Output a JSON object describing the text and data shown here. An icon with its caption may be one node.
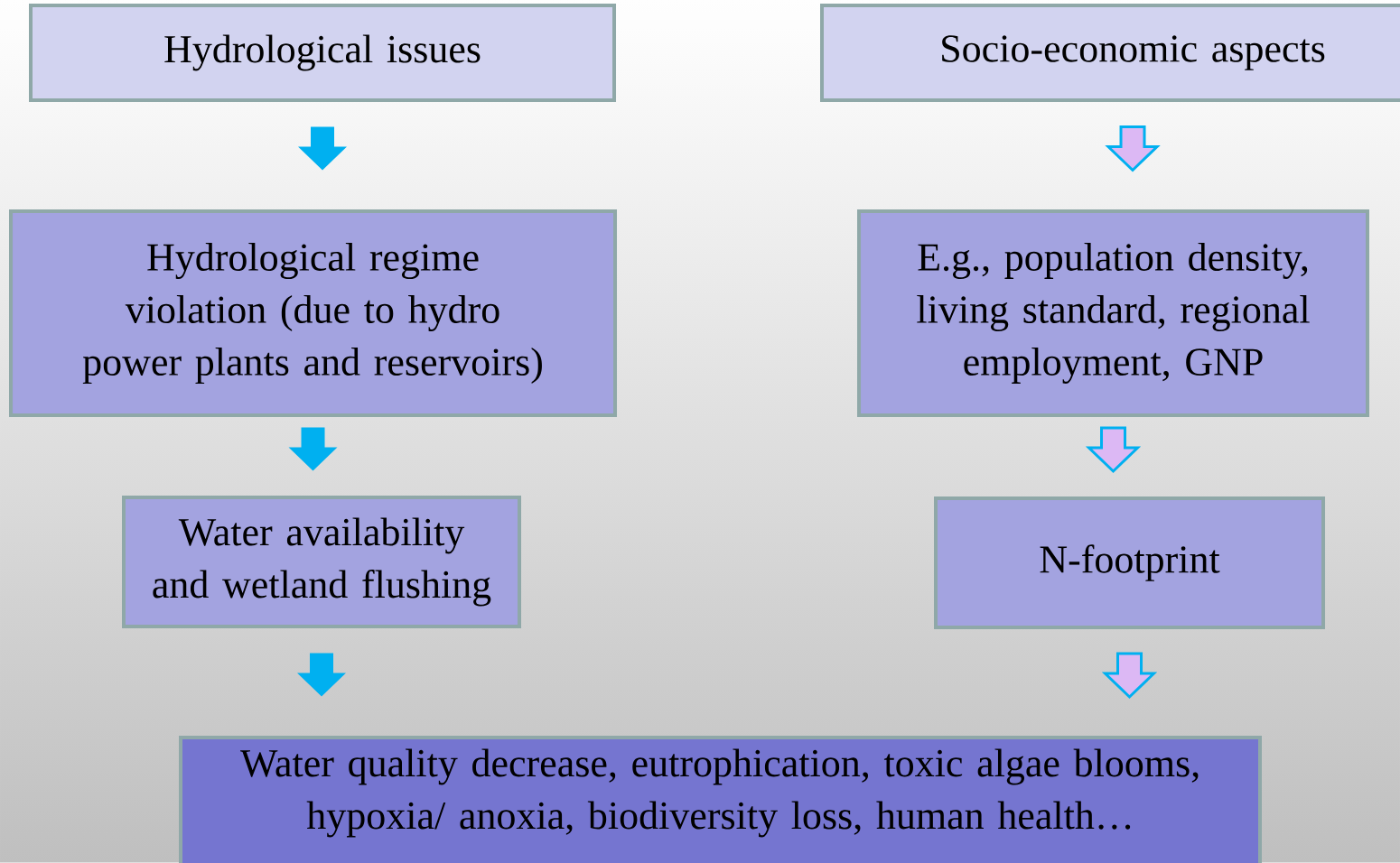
{
  "diagram": {
    "nodes": [
      {
        "text": [
          "Hydrological issues"
        ]
      },
      {
        "text": [
          "Socio-economic aspects"
        ]
      },
      {
        "text": [
          "Hydrological regime violation (due to hydro power plants and reservoirs)"
        ]
      },
      {
        "text": [
          "E.g., population density, living standard, regional employment, GNP"
        ]
      },
      {
        "text": [
          "Water availability and wetland flushing"
        ]
      },
      {
        "text": [
          "N-footprint"
        ]
      },
      {
        "text": [
          "Water quality decrease, eutrophication, toxic algae blooms, hypoxia/ anoxia, biodiversity loss, human health…"
        ]
      }
    ],
    "edges": [
      {
        "from": 0,
        "to": 2,
        "arrow": "to"
      },
      {
        "from": 2,
        "to": 4,
        "arrow": "to"
      },
      {
        "from": 4,
        "to": 6,
        "arrow": "to"
      },
      {
        "from": 1,
        "to": 3,
        "arrow": "to",
        "color": "#dcb8f4"
      },
      {
        "from": 3,
        "to": 5,
        "arrow": "to",
        "color": "#dcb8f4"
      },
      {
        "from": 5,
        "to": 6,
        "arrow": "to",
        "color": "#dcb8f4"
      }
    ]
  }
}
